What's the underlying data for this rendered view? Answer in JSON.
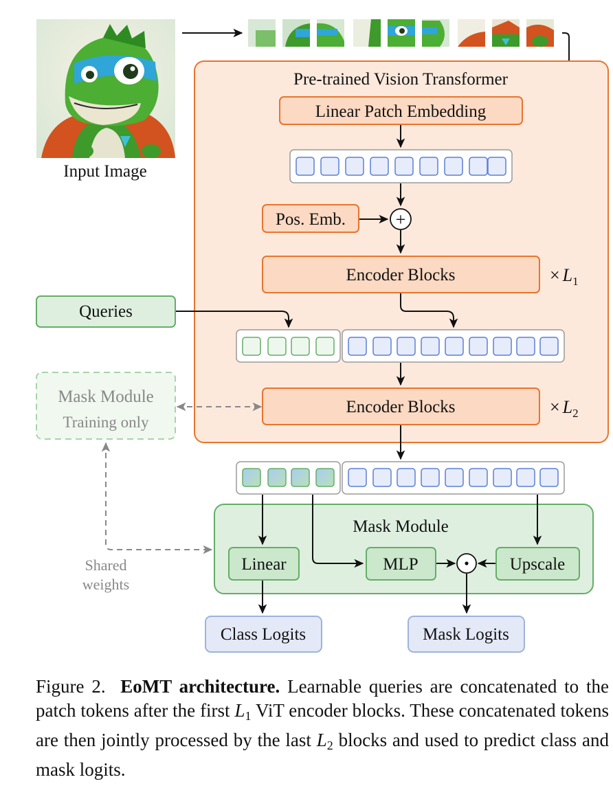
{
  "diagram": {
    "input_image_label": "Input Image",
    "vit_title": "Pre-trained Vision Transformer",
    "linear_patch_embedding": "Linear Patch Embedding",
    "pos_emb": "Pos. Emb.",
    "plus_symbol": "+",
    "encoder_blocks_1": "Encoder Blocks",
    "encoder_blocks_2": "Encoder Blocks",
    "repeat_1": {
      "prefix": "×",
      "var": "L",
      "sub": "1"
    },
    "repeat_2": {
      "prefix": "×",
      "var": "L",
      "sub": "2"
    },
    "queries": "Queries",
    "mask_module_train_title": "Mask Module",
    "mask_module_train_subtitle": "Training only",
    "mask_module_title": "Mask Module",
    "linear": "Linear",
    "mlp": "MLP",
    "dot_symbol": "⊙",
    "upscale": "Upscale",
    "class_logits": "Class Logits",
    "mask_logits": "Mask Logits",
    "shared_weights_line1": "Shared",
    "shared_weights_line2": "weights"
  },
  "caption": {
    "figure_label": "Figure 2.",
    "bold_title": "EoMT architecture.",
    "text_1": "Learnable queries are concatenated to the patch tokens after the first",
    "var_1": "L",
    "sub_1": "1",
    "text_2": "ViT encoder blocks. These concatenated tokens are then jointly processed by the last",
    "var_2": "L",
    "sub_2": "2",
    "text_3": "blocks and used to predict class and mask logits."
  },
  "colors": {
    "orange_border": "#e8742f",
    "orange_fill": "#fde9dc",
    "orange_box_fill": "#fbd9c2",
    "green_border": "#64ae66",
    "green_fill": "#deefdf",
    "green_box_fill": "#cbe7cc",
    "blue_border": "#5b7fd6",
    "blue_token_fill": "#e6ecfa",
    "logits_border": "#9fb3d9",
    "logits_fill": "#e3e9f6",
    "gray_dashed": "#888888",
    "green_dashed": "#a7d4a8"
  }
}
